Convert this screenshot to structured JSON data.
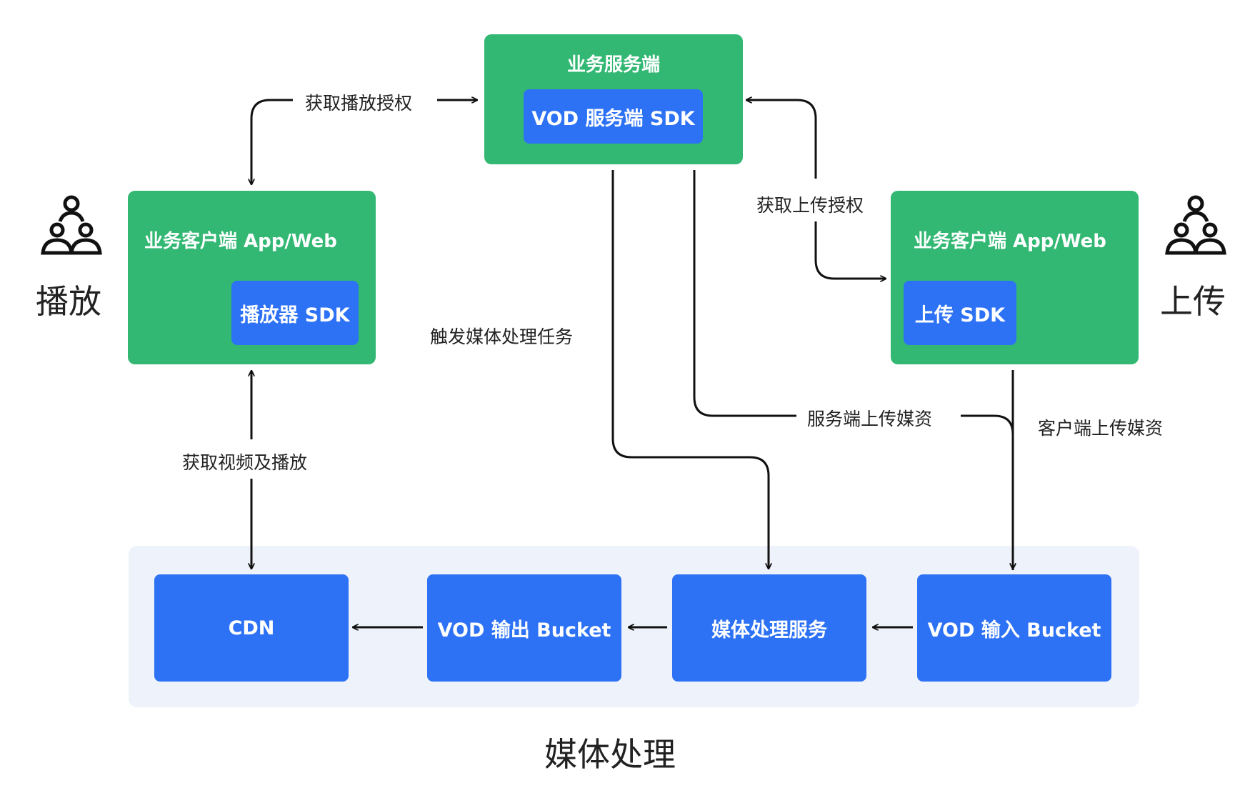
{
  "server": {
    "title": "业务服务端",
    "sdk": "VOD 服务端 SDK"
  },
  "play_client": {
    "title": "业务客户端 App/Web",
    "sdk": "播放器 SDK"
  },
  "upload_client": {
    "title": "业务客户端 App/Web",
    "sdk": "上传 SDK"
  },
  "actors": {
    "play": "播放",
    "upload": "上传"
  },
  "media": {
    "group_label": "媒体处理",
    "cdn": "CDN",
    "output_bucket": "VOD 输出 Bucket",
    "processing": "媒体处理服务",
    "input_bucket": "VOD 输入 Bucket"
  },
  "edges": {
    "play_auth": "获取播放授权",
    "upload_auth": "获取上传授权",
    "trigger": "触发媒体处理任务",
    "server_upload": "服务端上传媒资",
    "client_upload": "客户端上传媒资",
    "get_video": "获取视频及播放"
  },
  "colors": {
    "green": "#33b874",
    "blue": "#2d72f5",
    "group_bg": "#eef3fb"
  },
  "icons": {
    "actor": "group-people-icon"
  }
}
